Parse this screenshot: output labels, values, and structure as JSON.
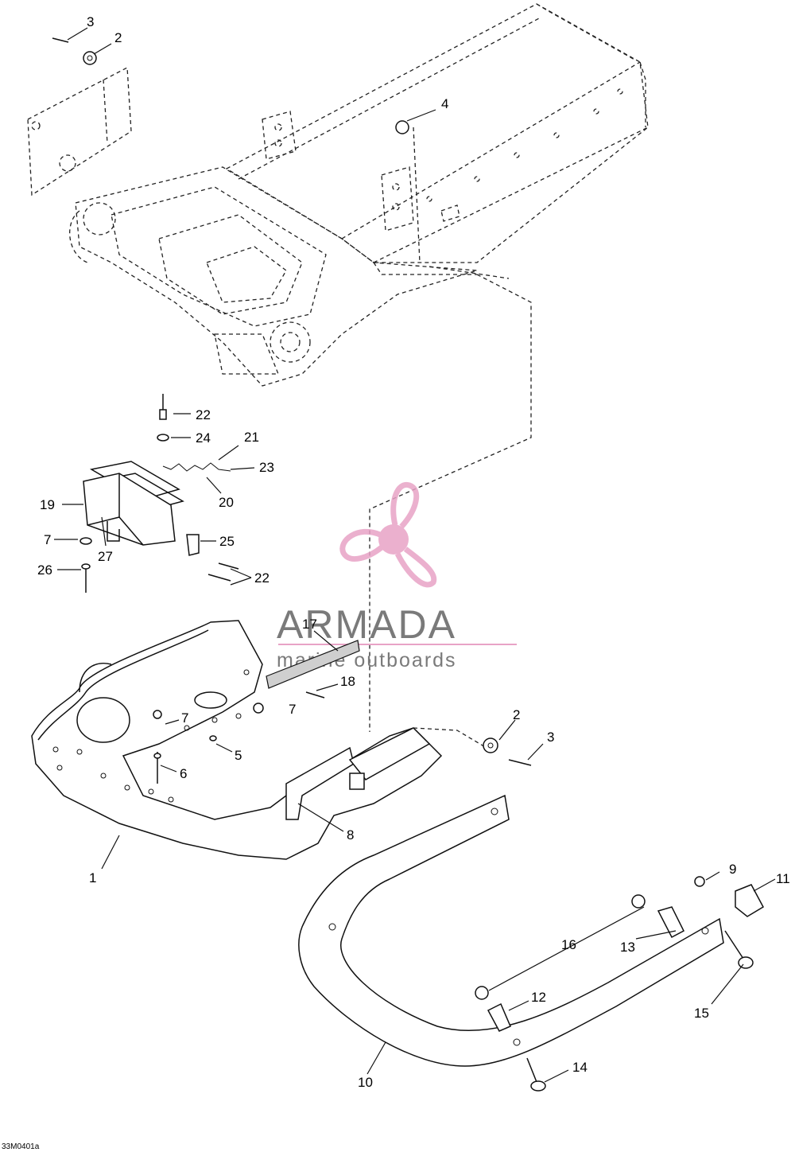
{
  "drawing_code": "33M0401a",
  "watermark": {
    "brand": "ARMADA",
    "tagline": "marine outboards",
    "logo_color": "#e8a3c6",
    "text_color": "#7a7a7a"
  },
  "callouts": [
    {
      "id": "c3a",
      "label": "3"
    },
    {
      "id": "c2a",
      "label": "2"
    },
    {
      "id": "c4",
      "label": "4"
    },
    {
      "id": "c22a",
      "label": "22"
    },
    {
      "id": "c24",
      "label": "24"
    },
    {
      "id": "c21",
      "label": "21"
    },
    {
      "id": "c23",
      "label": "23"
    },
    {
      "id": "c20",
      "label": "20"
    },
    {
      "id": "c19",
      "label": "19"
    },
    {
      "id": "c7a",
      "label": "7"
    },
    {
      "id": "c27",
      "label": "27"
    },
    {
      "id": "c25",
      "label": "25"
    },
    {
      "id": "c26",
      "label": "26"
    },
    {
      "id": "c22b",
      "label": "22"
    },
    {
      "id": "c17",
      "label": "17"
    },
    {
      "id": "c18",
      "label": "18"
    },
    {
      "id": "c7b",
      "label": "7"
    },
    {
      "id": "c7c",
      "label": "7"
    },
    {
      "id": "c5",
      "label": "5"
    },
    {
      "id": "c6",
      "label": "6"
    },
    {
      "id": "c2b",
      "label": "2"
    },
    {
      "id": "c3b",
      "label": "3"
    },
    {
      "id": "c8",
      "label": "8"
    },
    {
      "id": "c1",
      "label": "1"
    },
    {
      "id": "c9",
      "label": "9"
    },
    {
      "id": "c11",
      "label": "11"
    },
    {
      "id": "c16",
      "label": "16"
    },
    {
      "id": "c13",
      "label": "13"
    },
    {
      "id": "c12",
      "label": "12"
    },
    {
      "id": "c15",
      "label": "15"
    },
    {
      "id": "c10",
      "label": "10"
    },
    {
      "id": "c14",
      "label": "14"
    }
  ]
}
